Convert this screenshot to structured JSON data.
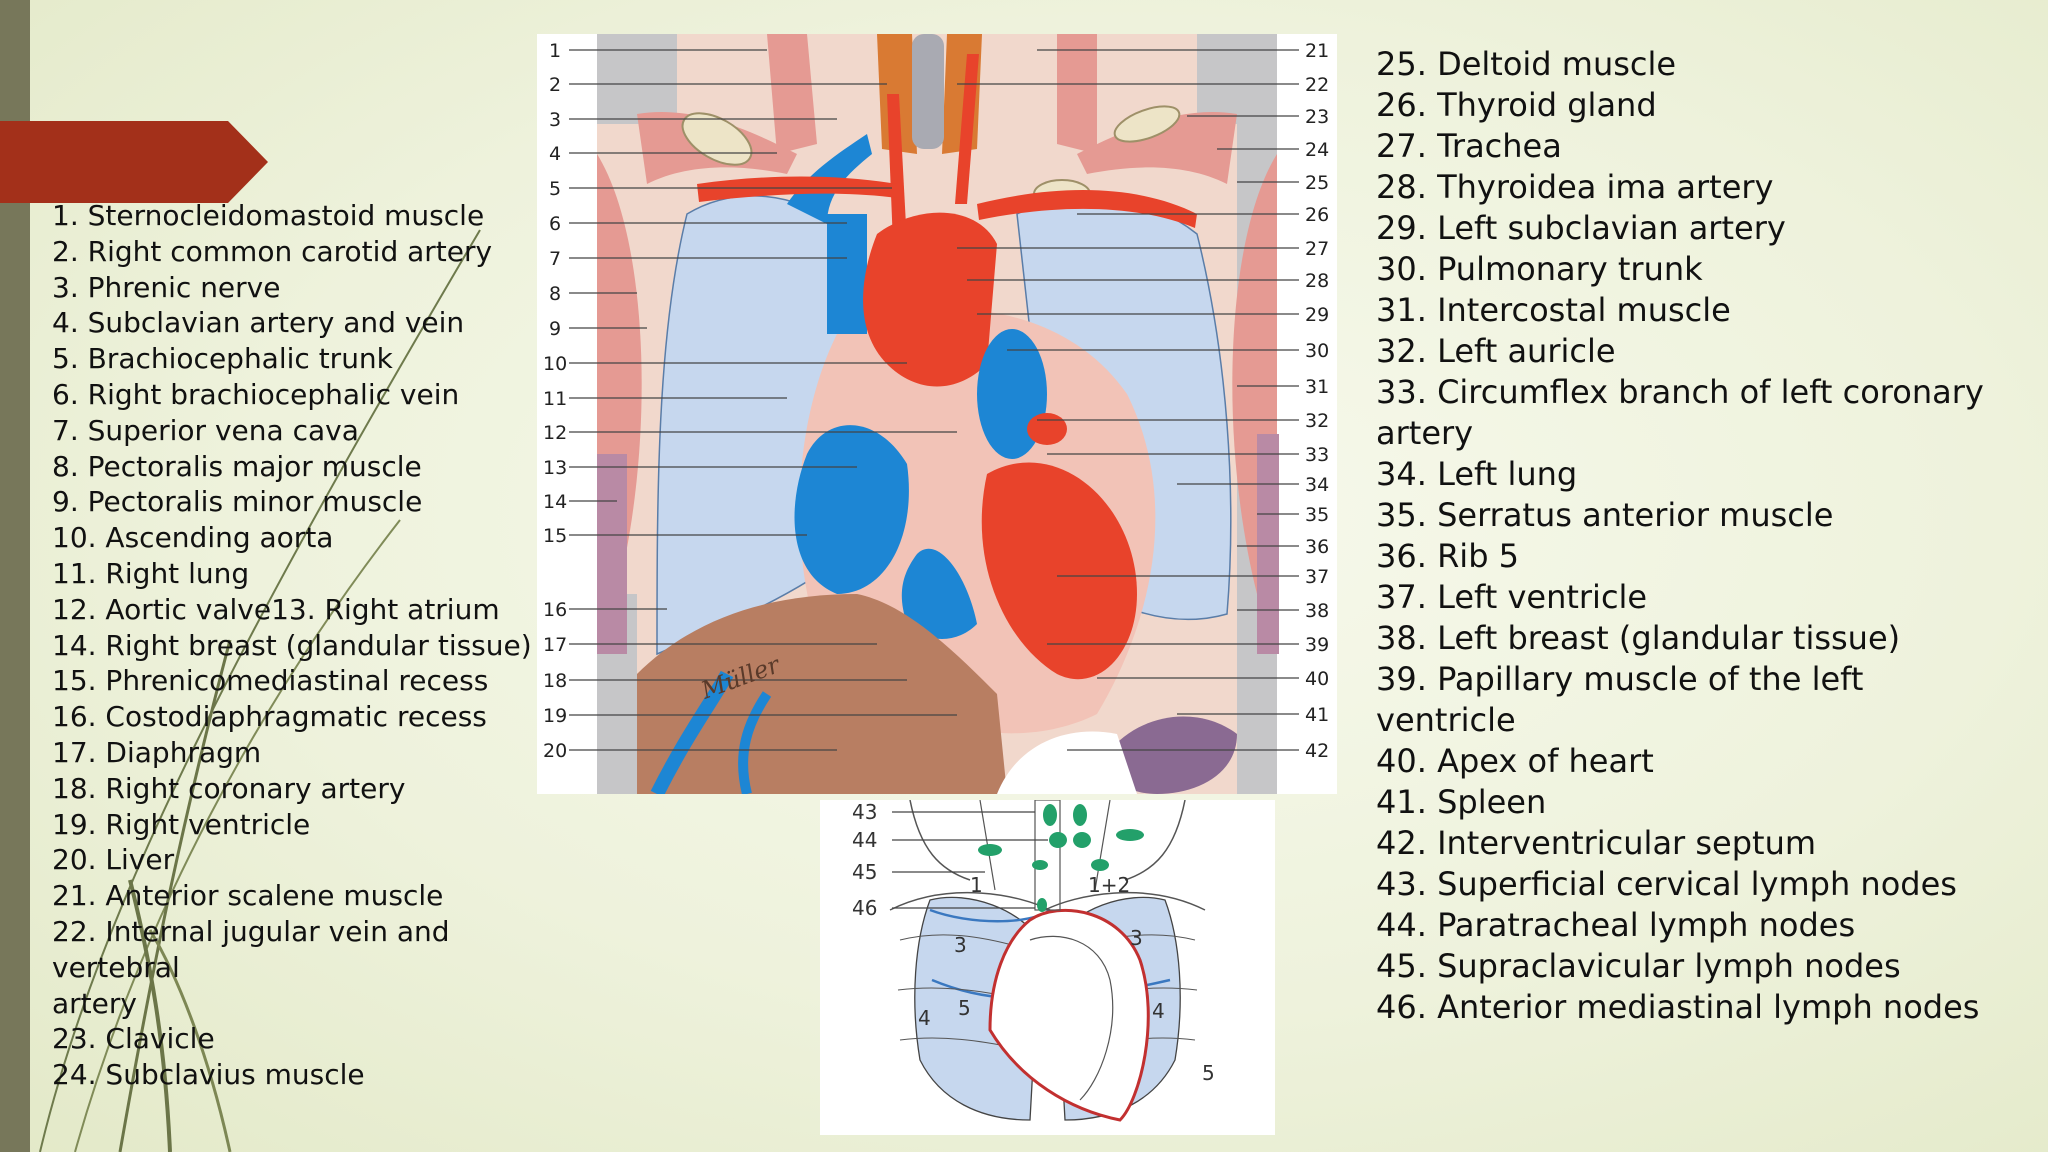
{
  "legend_left": [
    "1. Sternocleidomastoid muscle",
    "2. Right common carotid artery",
    "3. Phrenic nerve",
    "4. Subclavian artery and vein",
    "5. Brachiocephalic trunk",
    "6. Right brachiocephalic vein",
    "7. Superior vena cava",
    "8. Pectoralis major muscle",
    "9. Pectoralis minor muscle",
    "10. Ascending aorta",
    "11. Right lung",
    "12. Aortic valve13. Right atrium",
    "14. Right breast (glandular tissue)",
    "15. Phrenicomediastinal recess",
    "16. Costodiaphragmatic recess",
    "17. Diaphragm",
    "18. Right coronary artery",
    "19. Right ventricle",
    "20. Liver",
    "21. Anterior scalene muscle",
    "22. Internal jugular vein and vertebral\nartery",
    "23. Clavicle",
    "24. Subclavius muscle"
  ],
  "legend_right": [
    "25. Deltoid muscle",
    "26. Thyroid gland",
    "27. Trachea",
    "28. Thyroidea ima artery",
    "29. Left subclavian artery",
    "30. Pulmonary trunk",
    "31. Intercostal muscle",
    "32. Left auricle",
    "33. Circumflex branch of left coronary\nartery",
    "34. Left lung",
    "35. Serratus anterior muscle",
    "36. Rib 5",
    "37. Left ventricle",
    "38. Left breast (glandular tissue)",
    "39. Papillary muscle of the left\nventricle",
    "40. Apex of heart",
    "41. Spleen",
    "42. Interventricular septum",
    "43. Superficial cervical lymph nodes",
    "44. Paratracheal lymph nodes",
    "45. Supraclavicular lymph nodes",
    "46. Anterior mediastinal lymph nodes"
  ],
  "figure_main": {
    "labels_left": [
      "1",
      "2",
      "3",
      "4",
      "5",
      "6",
      "7",
      "8",
      "9",
      "10",
      "11",
      "12",
      "13",
      "14",
      "15",
      "16",
      "17",
      "18",
      "19",
      "20"
    ],
    "labels_right": [
      "21",
      "22",
      "23",
      "24",
      "25",
      "26",
      "27",
      "28",
      "29",
      "30",
      "31",
      "32",
      "33",
      "34",
      "35",
      "36",
      "37",
      "38",
      "39",
      "40",
      "41",
      "42"
    ],
    "signature": "Müller"
  },
  "figure_small": {
    "labels_left": [
      "43",
      "44",
      "45",
      "46"
    ],
    "region_labels": [
      "1",
      "1+2",
      "3",
      "3",
      "4",
      "5",
      "4",
      "5"
    ]
  },
  "colors": {
    "accent_tab": "#a3301a",
    "left_bar": "#77775a",
    "artery_red": "#e8432b",
    "vein_blue": "#1d86d4",
    "lung_blue": "#c6d7ee",
    "liver_brown": "#b87e62",
    "muscle_pink": "#e59a93",
    "lymph_green": "#23a06a"
  }
}
